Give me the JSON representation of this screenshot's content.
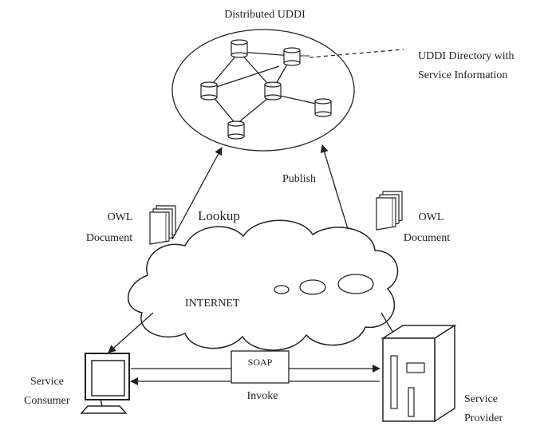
{
  "title": "Distributed UDDI",
  "directory_label": [
    "UDDI Directory with",
    "Service Information"
  ],
  "actions": {
    "lookup": "Lookup",
    "publish": "Publish",
    "soap": "SOAP",
    "invoke": "Invoke"
  },
  "owl_left": [
    "OWL",
    "Document"
  ],
  "owl_right": [
    "OWL",
    "Document"
  ],
  "internet": "INTERNET",
  "consumer": [
    "Service",
    "Consumer"
  ],
  "provider": [
    "Service",
    "Provider"
  ]
}
